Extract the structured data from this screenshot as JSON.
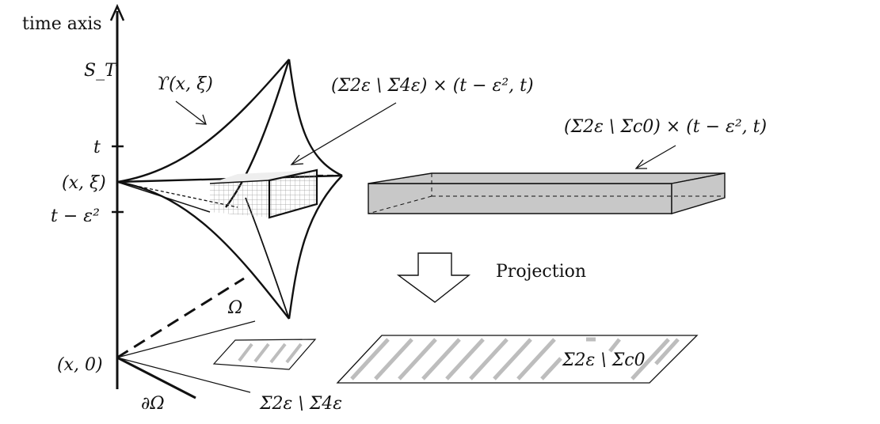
{
  "axis_label": "time axis",
  "tick_labels": {
    "top": "S_T",
    "t": "t",
    "point": "(x, ξ)",
    "t_minus": "t − ε²",
    "origin": "(x, 0)"
  },
  "labels": {
    "upsilon": "ϒ(x, ξ)",
    "cylinder_small": "(Σ2ε \\ Σ4ε) × (t − ε², t)",
    "cylinder_large": "(Σ2ε \\ Σc0) × (t − ε², t)",
    "projection": "Projection",
    "omega": "Ω",
    "boundary": "∂Ω",
    "annulus_small": "Σ2ε \\ Σ4ε",
    "annulus_large": "Σ2ε \\ Σc0"
  },
  "colors": {
    "ink": "#111111",
    "box_fill": "#c8c8c8",
    "stripe": "#bdbdbd"
  }
}
